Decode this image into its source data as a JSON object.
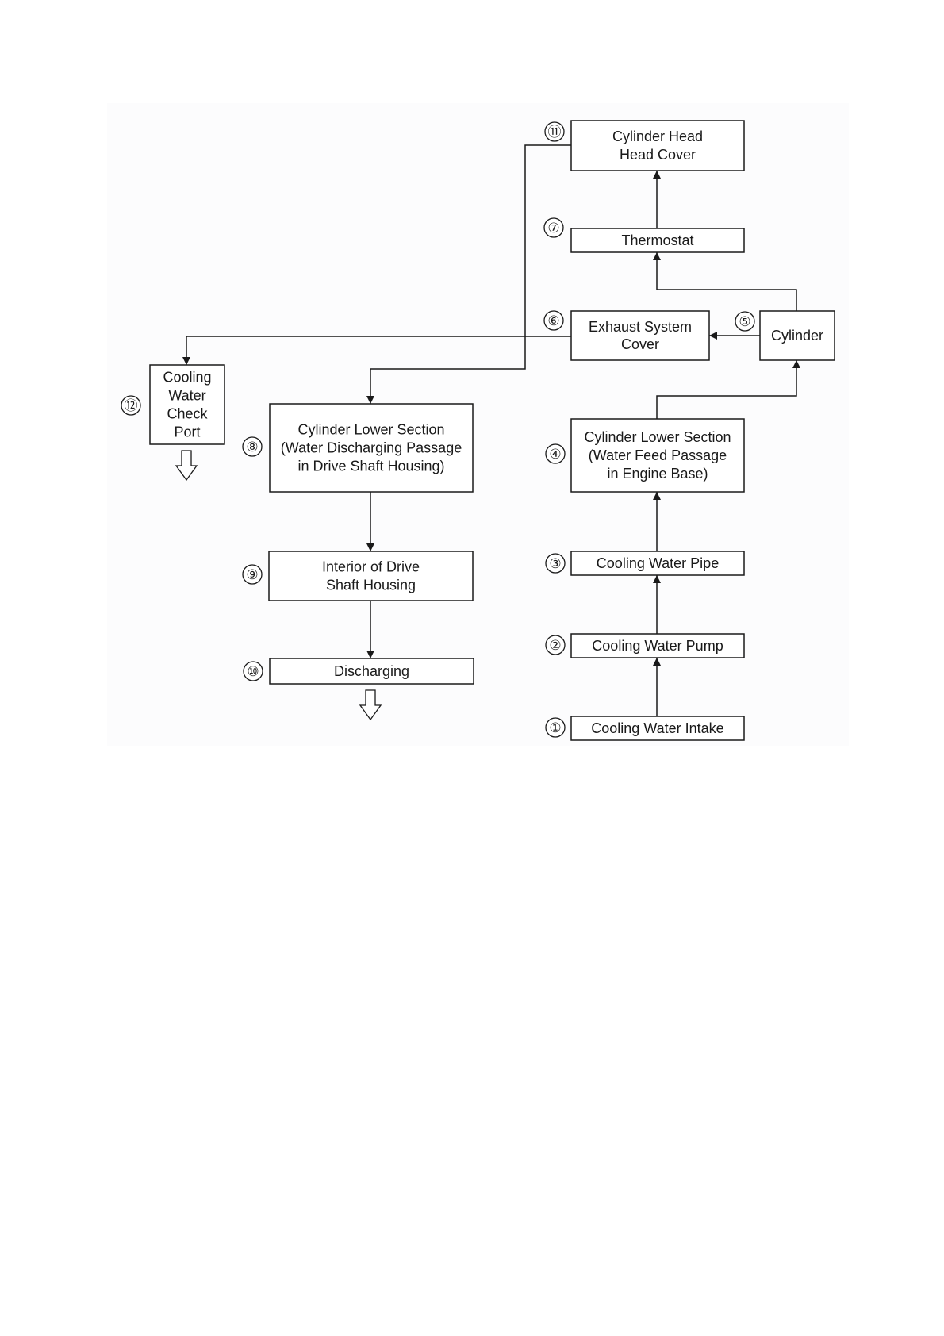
{
  "colors": {
    "ink": "#1a1a1a",
    "panel": "#fcfcfd",
    "page": "#ffffff"
  },
  "boxes": {
    "b1": {
      "number": "①",
      "lines": [
        "Cooling Water Intake"
      ]
    },
    "b2": {
      "number": "②",
      "lines": [
        "Cooling Water Pump"
      ]
    },
    "b3": {
      "number": "③",
      "lines": [
        "Cooling Water Pipe"
      ]
    },
    "b4": {
      "number": "④",
      "lines": [
        "Cylinder Lower Section",
        "(Water Feed Passage",
        "in Engine Base)"
      ]
    },
    "b5": {
      "number": "⑤",
      "lines": [
        "Cylinder"
      ]
    },
    "b6": {
      "number": "⑥",
      "lines": [
        "Exhaust System",
        "Cover"
      ]
    },
    "b7": {
      "number": "⑦",
      "lines": [
        "Thermostat"
      ]
    },
    "b8": {
      "number": "⑧",
      "lines": [
        "Cylinder Lower Section",
        "(Water Discharging Passage",
        "in Drive Shaft Housing)"
      ]
    },
    "b9": {
      "number": "⑨",
      "lines": [
        "Interior of Drive",
        "Shaft Housing"
      ]
    },
    "b10": {
      "number": "⑩",
      "lines": [
        "Discharging"
      ]
    },
    "b11": {
      "number": "⑪",
      "lines": [
        "Cylinder Head",
        "Head Cover"
      ]
    },
    "b12": {
      "number": "⑫",
      "lines": [
        "Cooling",
        "Water",
        "Check",
        "Port"
      ]
    }
  },
  "connections": [
    {
      "from": "b1",
      "to": "b2"
    },
    {
      "from": "b2",
      "to": "b3"
    },
    {
      "from": "b3",
      "to": "b4"
    },
    {
      "from": "b4",
      "to": "b5"
    },
    {
      "from": "b5",
      "to": "b6"
    },
    {
      "from": "b5",
      "to": "b7"
    },
    {
      "from": "b7",
      "to": "b11"
    },
    {
      "from": "b6",
      "to": "b12"
    },
    {
      "from": "b11",
      "to": "b8"
    },
    {
      "from": "b8",
      "to": "b9"
    },
    {
      "from": "b9",
      "to": "b10"
    }
  ],
  "outlets": [
    "b12",
    "b10"
  ]
}
